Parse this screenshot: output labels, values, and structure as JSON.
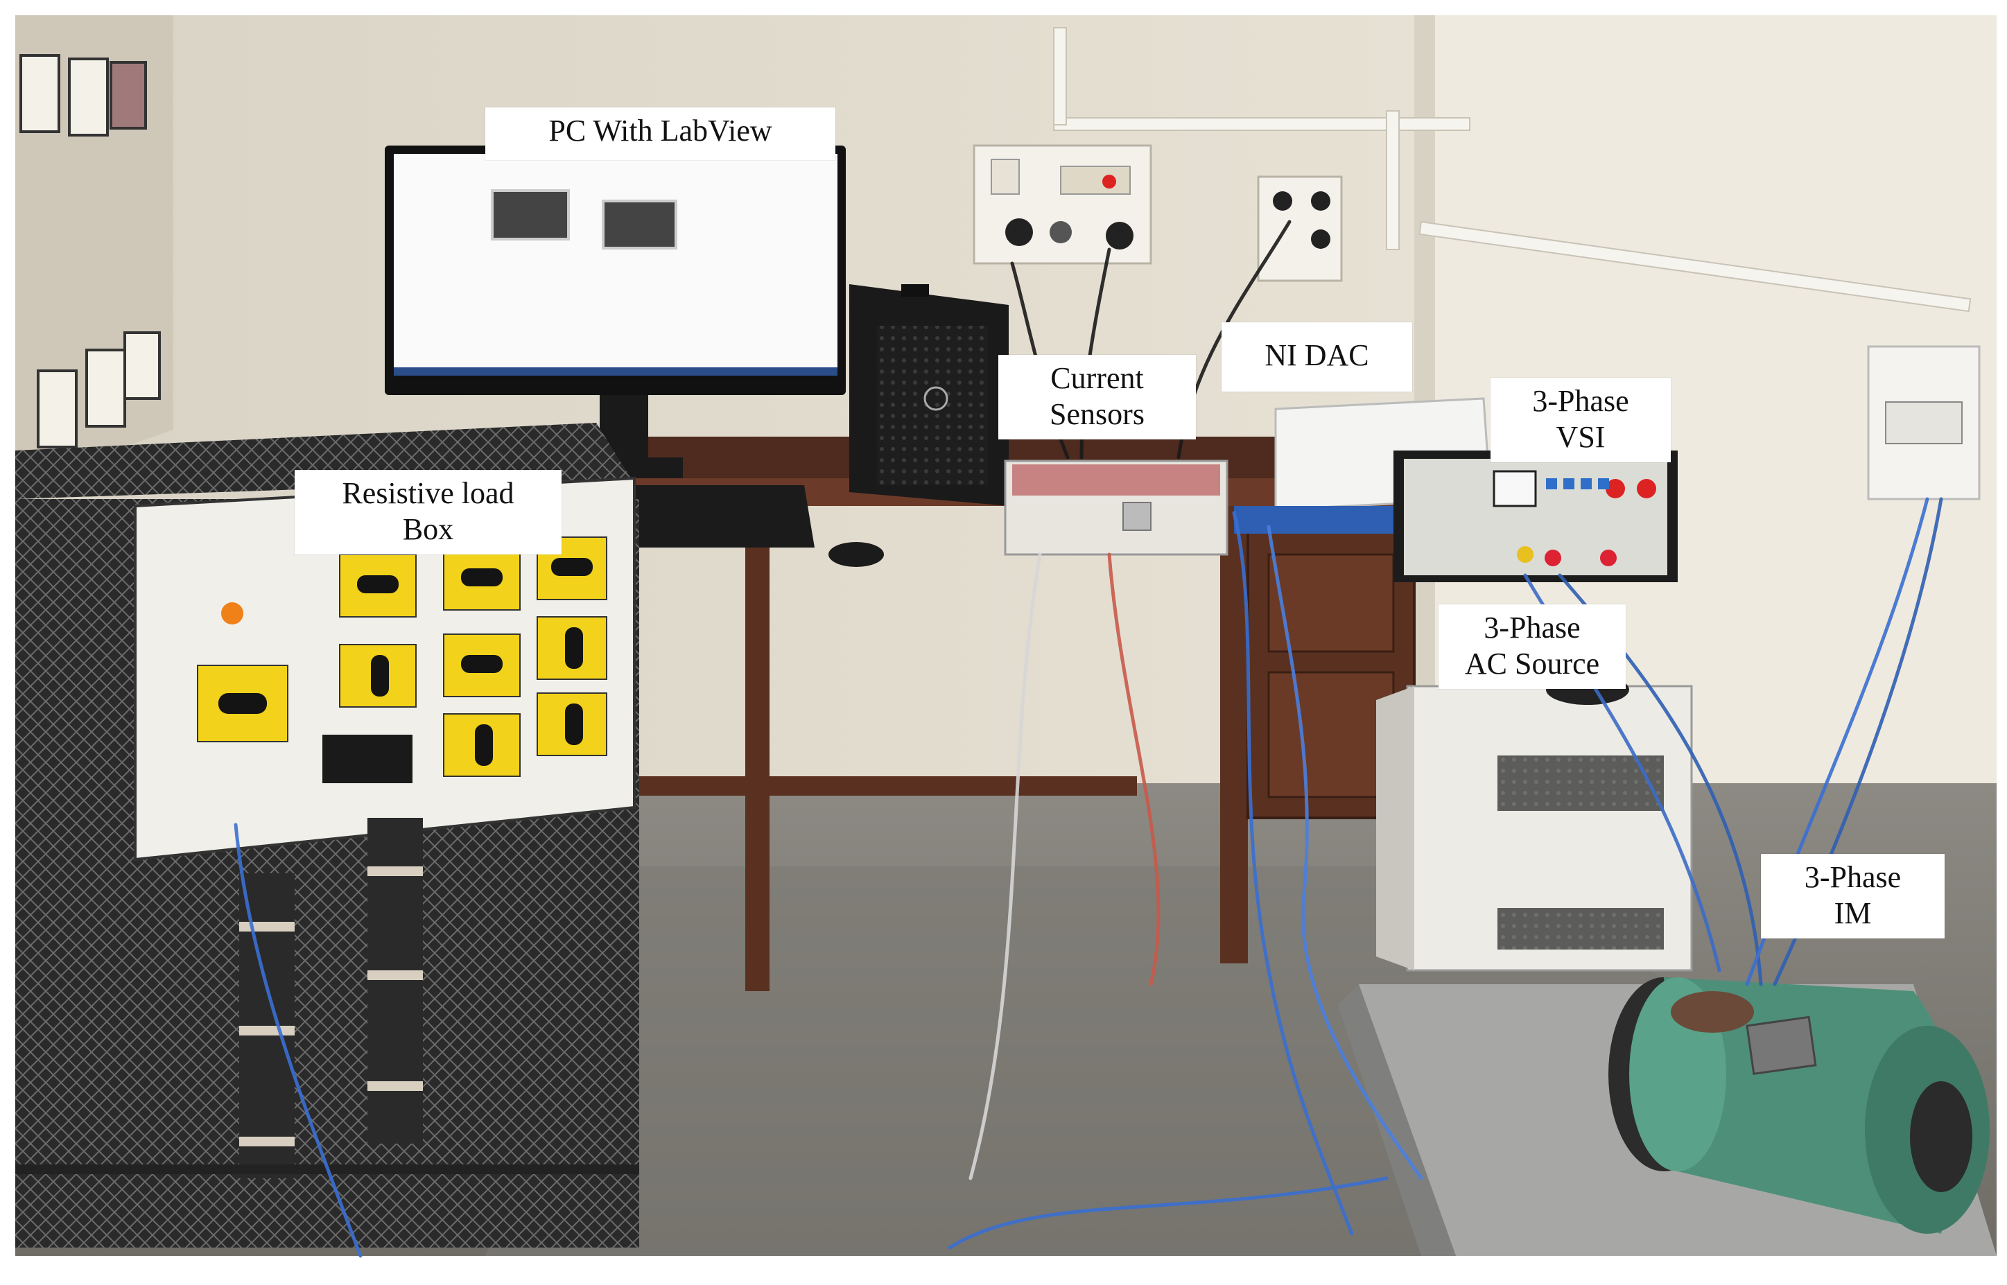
{
  "photo": {
    "labels": {
      "pc": [
        "PC With LabView"
      ],
      "resistive_load": [
        "Resistive load",
        "Box"
      ],
      "current_sensors": [
        "Current",
        "Sensors"
      ],
      "ni_dac": [
        "NI DAC"
      ],
      "vsi": [
        "3-Phase",
        "VSI"
      ],
      "ac_source": [
        "3-Phase",
        "AC Source"
      ],
      "motor": [
        "3-Phase",
        "IM"
      ]
    }
  }
}
